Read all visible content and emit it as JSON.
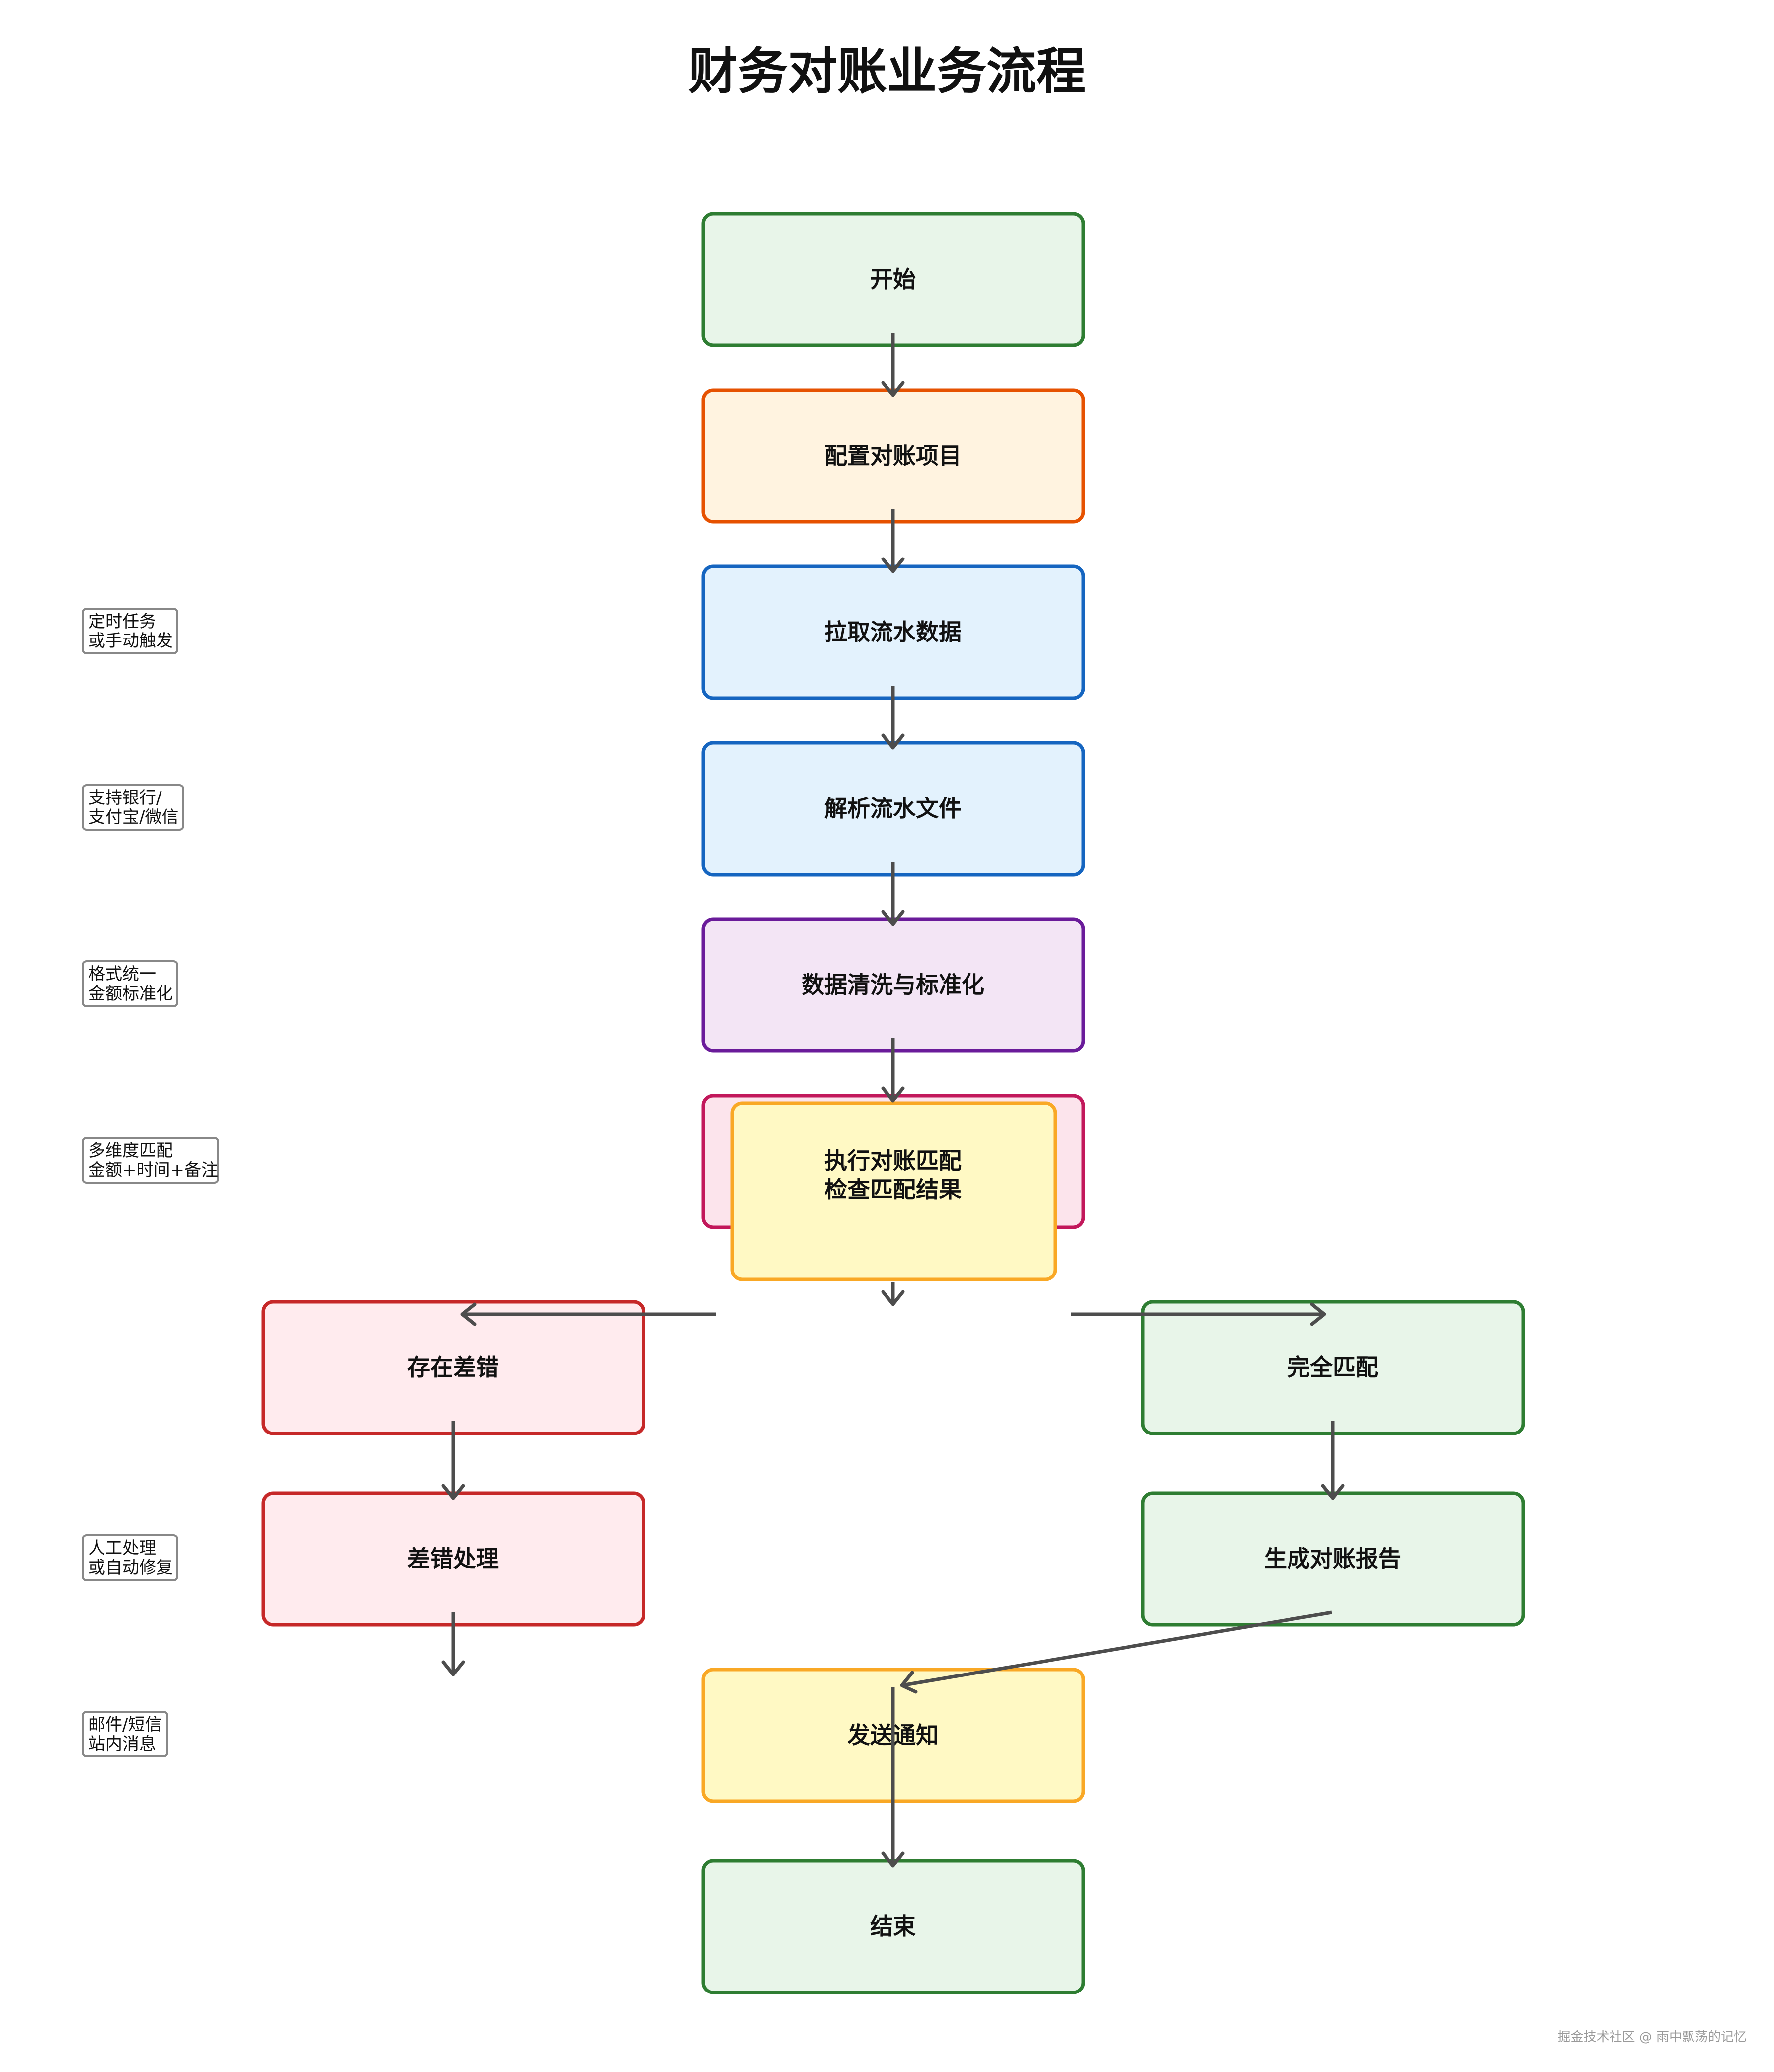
{
  "title": "财务对账业务流程",
  "watermark": "掘金技术社区 @ 雨中飘荡的记忆",
  "nodes": {
    "start": {
      "label": "开始",
      "fill": "#e8f5e9",
      "stroke": "#2e7d32"
    },
    "config": {
      "label": "配置对账项目",
      "fill": "#fff3e0",
      "stroke": "#e65100"
    },
    "fetch": {
      "label": "拉取流水数据",
      "fill": "#e3f2fd",
      "stroke": "#1565c0"
    },
    "parse": {
      "label": "解析流水文件",
      "fill": "#e3f2fd",
      "stroke": "#1565c0"
    },
    "clean": {
      "label": "数据清洗与标准化",
      "fill": "#f3e5f5",
      "stroke": "#6a1b9a"
    },
    "match_back": {
      "label": "",
      "fill": "#fce4ec",
      "stroke": "#c2185b"
    },
    "match": {
      "lines": [
        "执行对账匹配",
        "检查匹配结果"
      ],
      "fill": "#fff9c4",
      "stroke": "#f9a825"
    },
    "error": {
      "label": "存在差错",
      "fill": "#ffebee",
      "stroke": "#c62828"
    },
    "full_match": {
      "label": "完全匹配",
      "fill": "#e8f5e9",
      "stroke": "#2e7d32"
    },
    "handle": {
      "label": "差错处理",
      "fill": "#ffebee",
      "stroke": "#c62828"
    },
    "report": {
      "label": "生成对账报告",
      "fill": "#e8f5e9",
      "stroke": "#2e7d32"
    },
    "notify": {
      "label": "发送通知",
      "fill": "#fff9c4",
      "stroke": "#f9a825"
    },
    "end": {
      "label": "结束",
      "fill": "#e8f5e9",
      "stroke": "#2e7d32"
    }
  },
  "notes": {
    "n1": {
      "lines": [
        "定时任务",
        "或手动触发"
      ]
    },
    "n2": {
      "lines": [
        "支持银行/",
        "支付宝/微信"
      ]
    },
    "n3": {
      "lines": [
        "格式统一",
        "金额标准化"
      ]
    },
    "n4": {
      "lines": [
        "多维度匹配",
        "金额+时间+备注"
      ]
    },
    "n5": {
      "lines": [
        "人工处理",
        "或自动修复"
      ]
    },
    "n6": {
      "lines": [
        "邮件/短信",
        "站内消息"
      ]
    }
  }
}
